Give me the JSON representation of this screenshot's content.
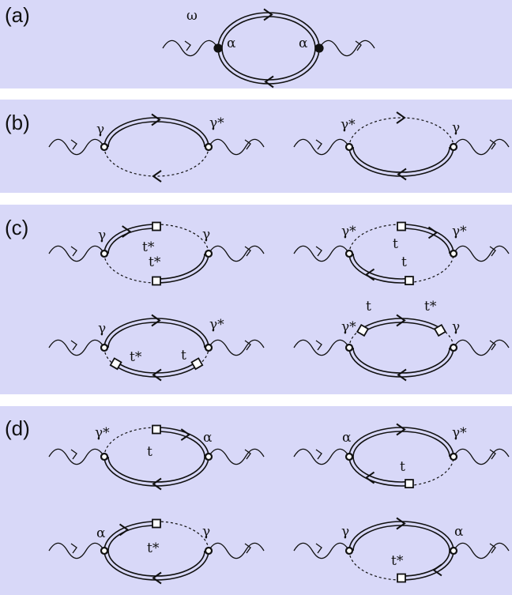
{
  "panels": [
    {
      "label": "(a)"
    },
    {
      "label": "(b)"
    },
    {
      "label": "(c)"
    },
    {
      "label": "(d)"
    }
  ],
  "symbols": {
    "omega": "ω",
    "alpha": "α",
    "gamma": "γ",
    "gamma_star": "γ*",
    "t": "t",
    "t_star": "t*"
  },
  "colors": {
    "panel_bg": "#d8d8f8",
    "line": "#111111"
  }
}
